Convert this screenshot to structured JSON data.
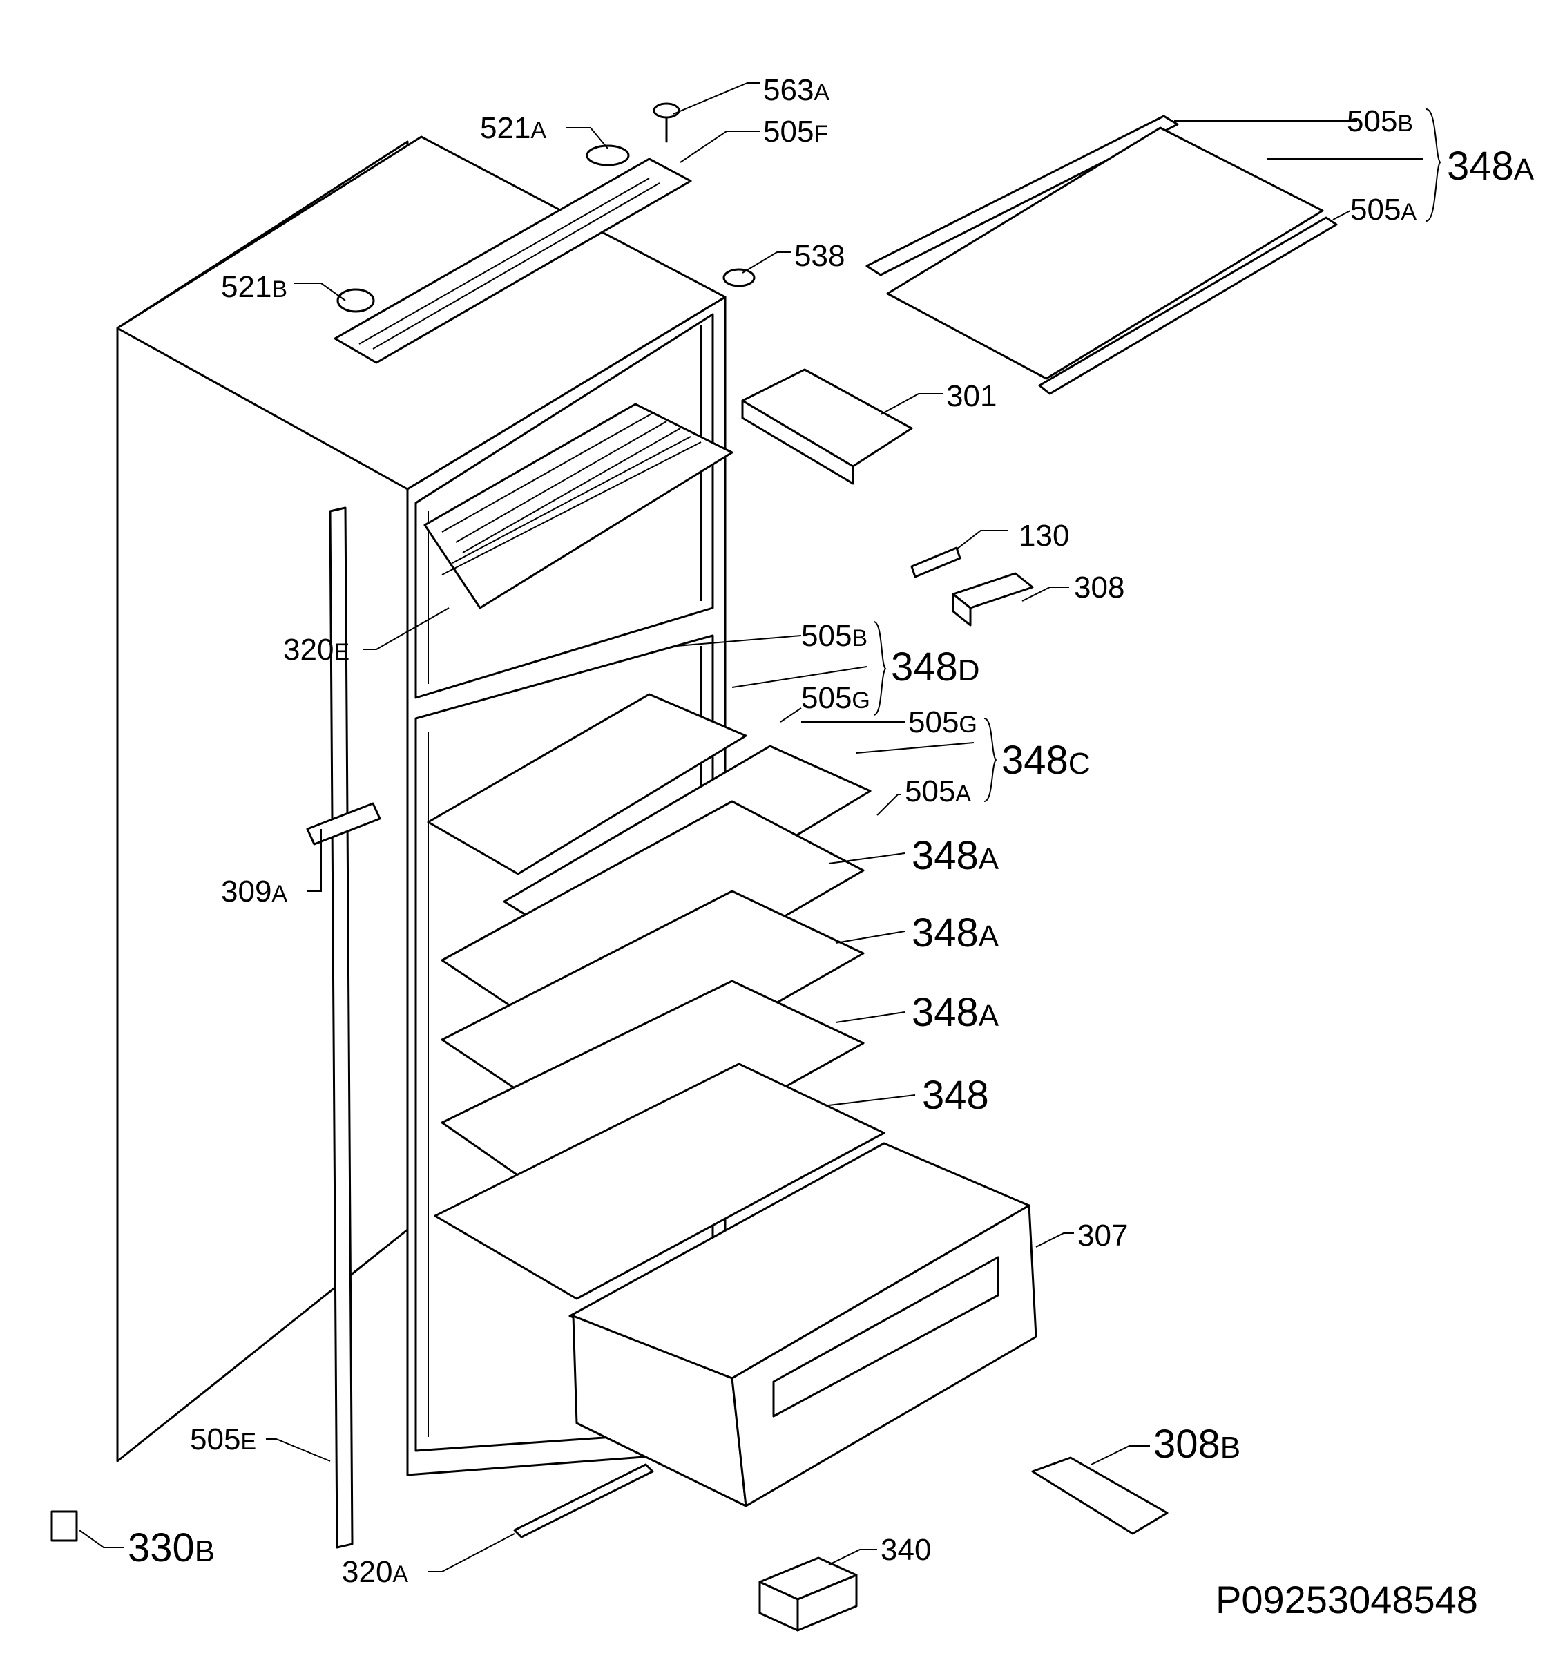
{
  "labels": {
    "p563a": {
      "num": "563",
      "suf": "A"
    },
    "p521a": {
      "num": "521",
      "suf": "A"
    },
    "p505f": {
      "num": "505",
      "suf": "F"
    },
    "p505b_top": {
      "num": "505",
      "suf": "B"
    },
    "p348a_top": {
      "num": "348",
      "suf": "A"
    },
    "p505a_top": {
      "num": "505",
      "suf": "A"
    },
    "p538": {
      "num": "538"
    },
    "p521b": {
      "num": "521",
      "suf": "B"
    },
    "p301": {
      "num": "301"
    },
    "p130": {
      "num": "130"
    },
    "p308": {
      "num": "308"
    },
    "p320e": {
      "num": "320",
      "suf": "E"
    },
    "p505b_mid": {
      "num": "505",
      "suf": "B"
    },
    "p348d": {
      "num": "348",
      "suf": "D"
    },
    "p505g_1": {
      "num": "505",
      "suf": "G"
    },
    "p505g_2": {
      "num": "505",
      "suf": "G"
    },
    "p348c": {
      "num": "348",
      "suf": "C"
    },
    "p505a_mid": {
      "num": "505",
      "suf": "A"
    },
    "p348a_1": {
      "num": "348",
      "suf": "A"
    },
    "p309a": {
      "num": "309",
      "suf": "A"
    },
    "p348a_2": {
      "num": "348",
      "suf": "A"
    },
    "p348a_3": {
      "num": "348",
      "suf": "A"
    },
    "p348": {
      "num": "348"
    },
    "p307": {
      "num": "307"
    },
    "p505e": {
      "num": "505",
      "suf": "E"
    },
    "p308b": {
      "num": "308",
      "suf": "B"
    },
    "p330b": {
      "num": "330",
      "suf": "B"
    },
    "p340": {
      "num": "340"
    },
    "p320a": {
      "num": "320",
      "suf": "A"
    }
  },
  "drawing_code": "P09253048548"
}
